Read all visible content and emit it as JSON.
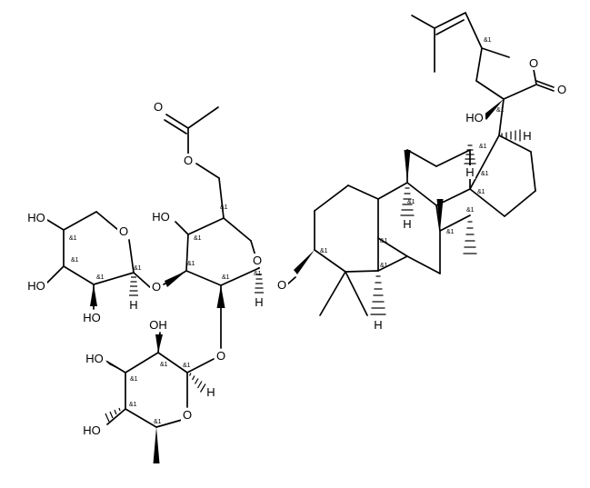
{
  "atom_labels": {
    "lactone_ring_O": "O",
    "carbonyl_O": "O",
    "hydroxyl_side_chain": "HO",
    "H_c17": "H",
    "H_c13": "H",
    "H_c9": "H",
    "H_c5": "H",
    "ester_carbonyl_O": "O",
    "ester_O": "O",
    "glc_OH": "HO",
    "glc_ring_O": "O",
    "glc_H1": "H",
    "glycosidic_O_aglycone": "O",
    "xyl_OH_top": "HO",
    "xyl_ring_O": "O",
    "xyl_OH_mid": "HO",
    "xyl_OH_low": "HO",
    "xyl_H1": "H",
    "glycosidic_O_xyl": "O",
    "glycosidic_O_rha": "O",
    "rha_OH_top": "OH",
    "rha_OH_left": "HO",
    "rha_OH_low": "HO",
    "rha_H1": "H",
    "rha_ring_O": "O"
  },
  "stereo_marker": "&1",
  "colors": {
    "ink": "#000000",
    "background": "#ffffff"
  }
}
